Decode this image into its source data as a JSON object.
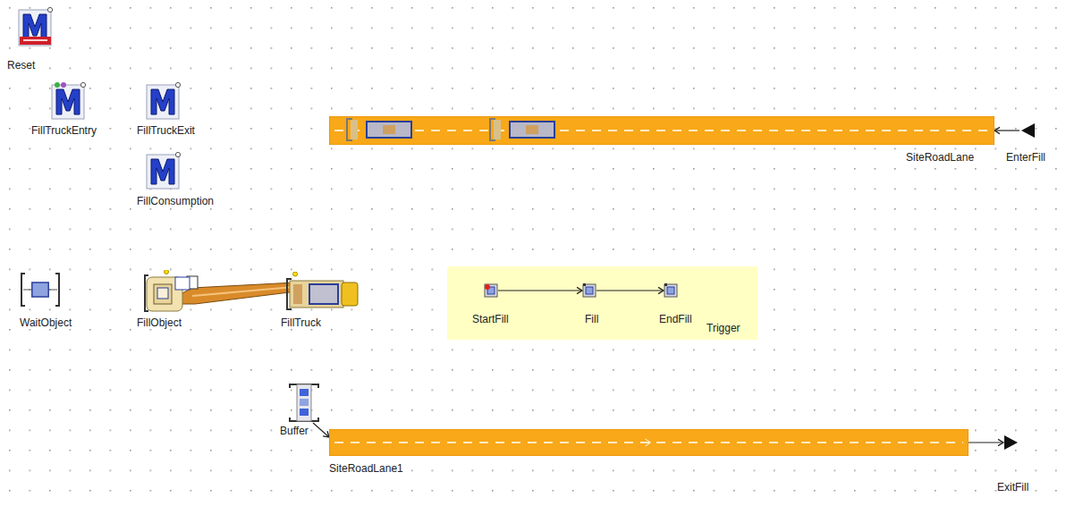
{
  "diagram": {
    "nodes": [
      {
        "text": [
          "Reset"
        ]
      },
      {
        "text": [
          "FillTruckEntry"
        ]
      },
      {
        "text": [
          "FillTruckExit"
        ]
      },
      {
        "text": [
          "SiteRoadLane"
        ]
      },
      {
        "text": [
          "EnterFill"
        ]
      },
      {
        "text": [
          "FillConsumption"
        ]
      },
      {
        "text": [
          "WaitObject"
        ]
      },
      {
        "text": [
          "FillObject"
        ]
      },
      {
        "text": [
          "FillTruck"
        ]
      },
      {
        "text": [
          "Trigger"
        ]
      },
      {
        "text": [
          "StartFill"
        ],
        "in": 9
      },
      {
        "text": [
          "Fill"
        ],
        "in": 9
      },
      {
        "text": [
          "EndFill"
        ],
        "in": 9
      },
      {
        "text": [
          "Buffer"
        ]
      },
      {
        "text": [
          "SiteRoadLane1"
        ]
      },
      {
        "text": [
          "ExitFill"
        ]
      }
    ],
    "edges": [
      {
        "from": 4,
        "to": 3,
        "arrow": "to"
      },
      {
        "from": 10,
        "to": 11,
        "arrow": "to"
      },
      {
        "from": 11,
        "to": 12,
        "arrow": "to"
      },
      {
        "from": 13,
        "to": 14,
        "arrow": "to"
      },
      {
        "from": 14,
        "to": 15,
        "arrow": "to"
      }
    ]
  }
}
